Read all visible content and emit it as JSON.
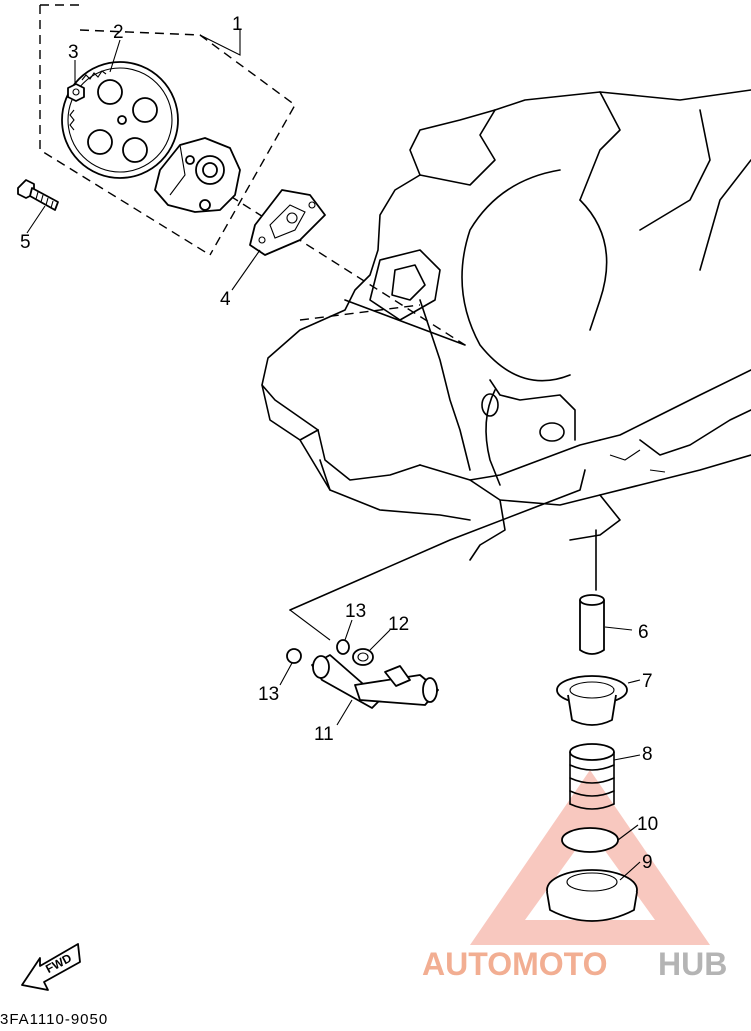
{
  "diagram": {
    "callouts": {
      "c1": "1",
      "c2": "2",
      "c3": "3",
      "c4": "4",
      "c5": "5",
      "c6": "6",
      "c7": "7",
      "c8": "8",
      "c9": "9",
      "c10": "10",
      "c11": "11",
      "c12": "12",
      "c13a": "13",
      "c13b": "13"
    },
    "fwd_label": "FWD",
    "drawing_code": "3FA1110-9050"
  },
  "watermark": {
    "text_part1": "AUTOMOTO",
    "text_part2": "HUB",
    "color_primary": "#f0a080",
    "color_secondary": "#b0b0b0"
  }
}
